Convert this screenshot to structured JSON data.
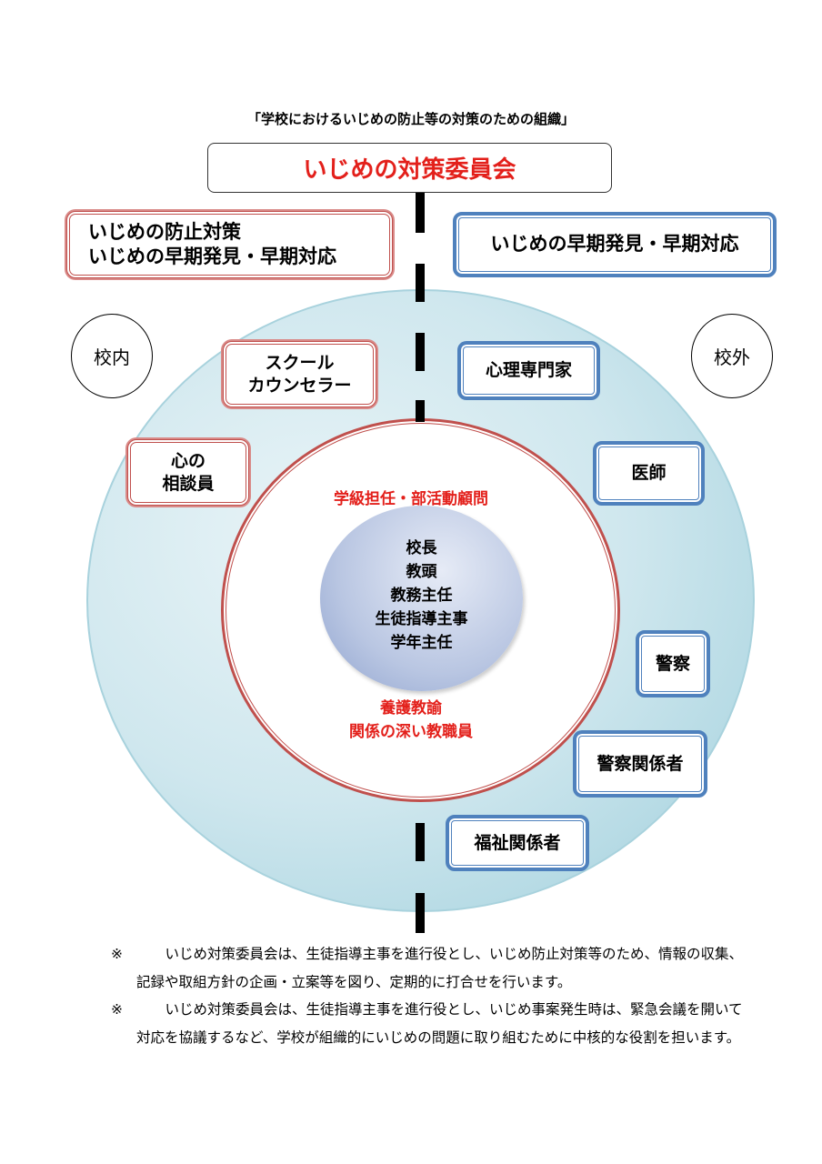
{
  "title": "「学校におけるいじめの防止等の対策のための組織」",
  "committee": "いじめの対策委員会",
  "left_header": [
    "いじめの防止対策",
    "いじめの早期発見・早期対応"
  ],
  "right_header": "いじめの早期発見・早期対応",
  "inside_label": "校内",
  "outside_label": "校外",
  "inside_members": {
    "counselor": [
      "スクール",
      "カウンセラー"
    ],
    "consultant": [
      "心の",
      "相談員"
    ]
  },
  "outside_members": {
    "psychologist": "心理専門家",
    "doctor": "医師",
    "police": "警察",
    "police_related": "警察関係者",
    "welfare": "福祉関係者"
  },
  "ring_top": "学級担任・部活動顧問",
  "ring_bottom": [
    "養護教諭",
    "関係の深い教職員"
  ],
  "core": [
    "校長",
    "教頭",
    "教務主任",
    "生徒指導主事",
    "学年主任"
  ],
  "notes": [
    {
      "mark": "※",
      "text": "　いじめ対策委員会は、生徒指導主事を進行役とし、いじめ防止対策等のため、情報の収集、記録や取組方針の企画・立案等を図り、定期的に打合せを行います。"
    },
    {
      "mark": "※",
      "text": "　いじめ対策委員会は、生徒指導主事を進行役とし、いじめ事案発生時は、緊急会議を開いて対応を協議するなど、学校が組織的にいじめの問題に取り組むために中核的な役割を担います。"
    }
  ],
  "colors": {
    "red": "#e3201b",
    "red_border": "#c0504d",
    "blue_border": "#4f81bd"
  }
}
